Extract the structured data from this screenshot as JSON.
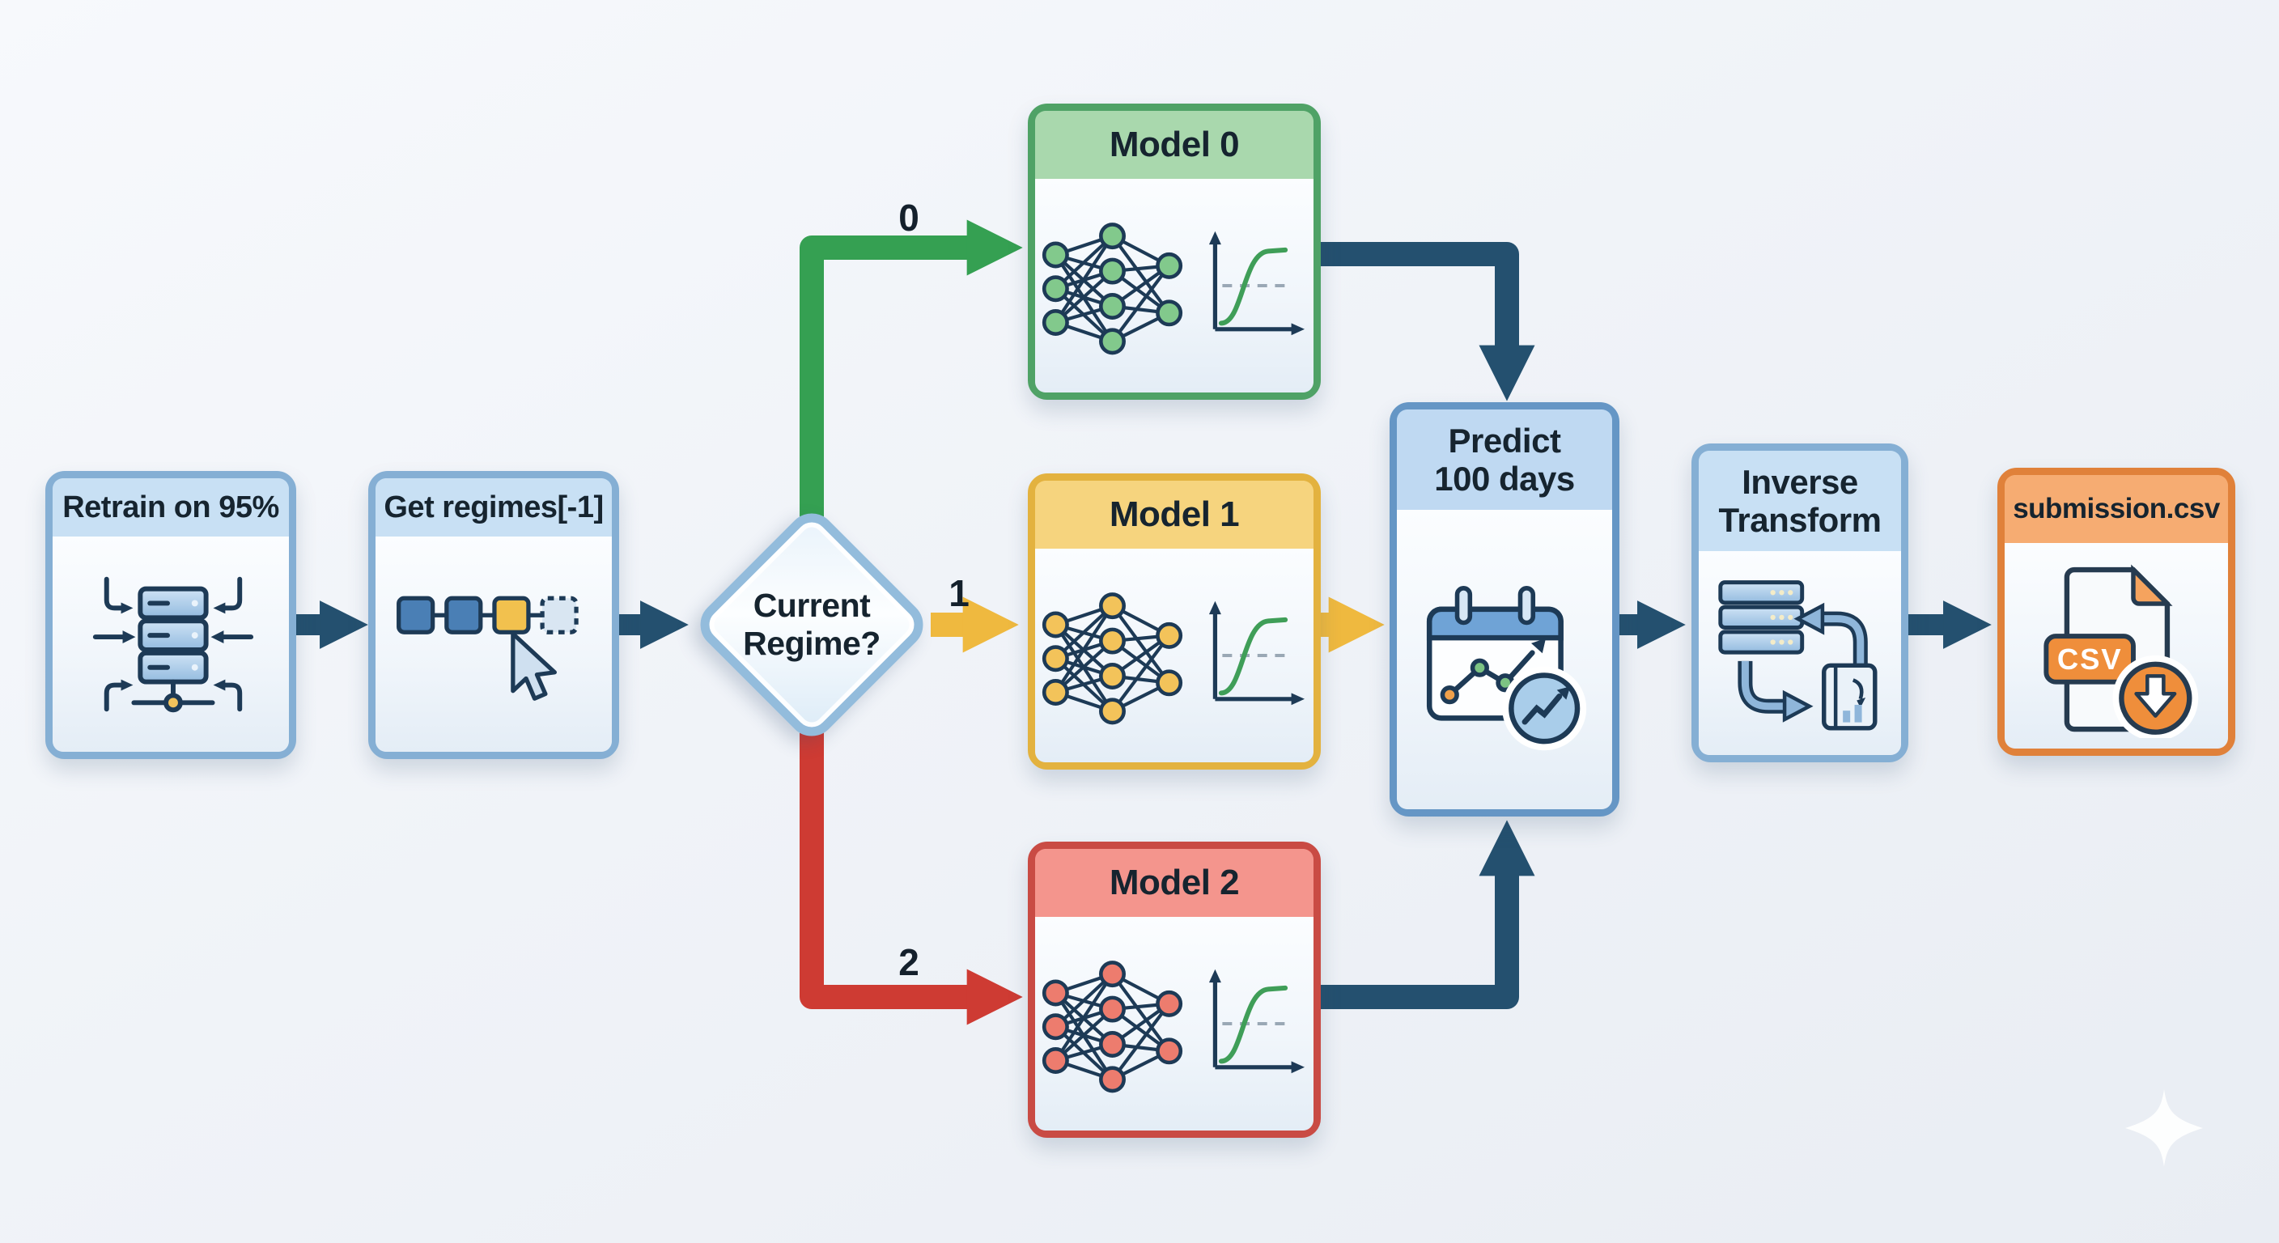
{
  "nodes": {
    "retrain": {
      "title": "Retrain on 95%"
    },
    "regimes": {
      "title": "Get regimes[-1]"
    },
    "decision": {
      "line1": "Current",
      "line2": "Regime?"
    },
    "model0": {
      "title": "Model 0"
    },
    "model1": {
      "title": "Model 1"
    },
    "model2": {
      "title": "Model 2"
    },
    "predict": {
      "line1": "Predict",
      "line2": "100 days"
    },
    "inverse": {
      "line1": "Inverse",
      "line2": "Transform"
    },
    "submission": {
      "title": "submission.csv",
      "file_badge": "CSV"
    }
  },
  "edges": {
    "label_to_model0": "0",
    "label_to_model1": "1",
    "label_to_model2": "2"
  },
  "colors": {
    "navy_arrow": "#24506F",
    "green_branch": "#35A052",
    "yellow_branch": "#EFB93F",
    "red_branch": "#CE3B33",
    "blue_box_border": "#85AFD4",
    "green_box_border": "#4FA266",
    "yellow_box_border": "#E3B23F",
    "red_box_border": "#C94B44",
    "orange_box_border": "#E0813A",
    "title_text": "#16242F"
  }
}
